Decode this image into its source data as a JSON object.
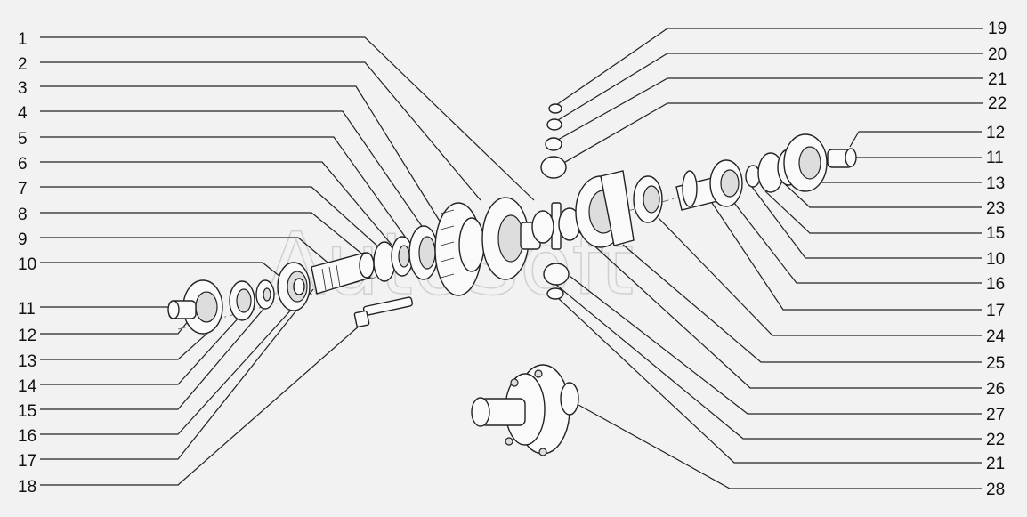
{
  "watermark": "AutoSoft",
  "callouts": [
    {
      "id": "l-1",
      "text": "1"
    },
    {
      "id": "l-2",
      "text": "2"
    },
    {
      "id": "l-3",
      "text": "3"
    },
    {
      "id": "l-4",
      "text": "4"
    },
    {
      "id": "l-5",
      "text": "5"
    },
    {
      "id": "l-6",
      "text": "6"
    },
    {
      "id": "l-7",
      "text": "7"
    },
    {
      "id": "l-8",
      "text": "8"
    },
    {
      "id": "l-9",
      "text": "9"
    },
    {
      "id": "l-10",
      "text": "10"
    },
    {
      "id": "l-11",
      "text": "11"
    },
    {
      "id": "l-12",
      "text": "12"
    },
    {
      "id": "l-13",
      "text": "13"
    },
    {
      "id": "l-14",
      "text": "14"
    },
    {
      "id": "l-15",
      "text": "15"
    },
    {
      "id": "l-16",
      "text": "16"
    },
    {
      "id": "l-17",
      "text": "17"
    },
    {
      "id": "l-18",
      "text": "18"
    },
    {
      "id": "r-19",
      "text": "19"
    },
    {
      "id": "r-20",
      "text": "20"
    },
    {
      "id": "r-21",
      "text": "21"
    },
    {
      "id": "r-22",
      "text": "22"
    },
    {
      "id": "r-12",
      "text": "12"
    },
    {
      "id": "r-11",
      "text": "11"
    },
    {
      "id": "r-13",
      "text": "13"
    },
    {
      "id": "r-23",
      "text": "23"
    },
    {
      "id": "r-15",
      "text": "15"
    },
    {
      "id": "r-10",
      "text": "10"
    },
    {
      "id": "r-16",
      "text": "16"
    },
    {
      "id": "r-17",
      "text": "17"
    },
    {
      "id": "r-24",
      "text": "24"
    },
    {
      "id": "r-25",
      "text": "25"
    },
    {
      "id": "r-26",
      "text": "26"
    },
    {
      "id": "r-27",
      "text": "27"
    },
    {
      "id": "r-22b",
      "text": "22"
    },
    {
      "id": "r-21b",
      "text": "21"
    },
    {
      "id": "r-28",
      "text": "28"
    }
  ]
}
